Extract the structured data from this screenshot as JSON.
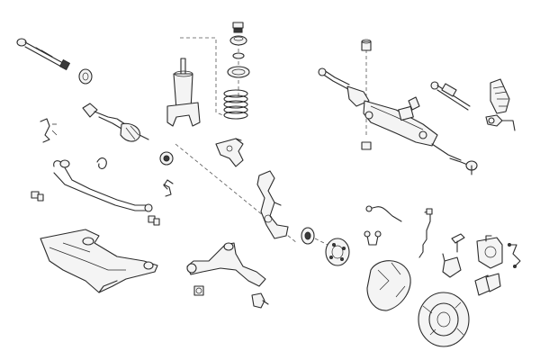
{
  "diagram": {
    "parts": [
      "tie-rod",
      "steering-boot",
      "drive-shaft",
      "mounting-bracket",
      "stabilizer-bar",
      "stabilizer-link",
      "rubber-mount",
      "front-subframe",
      "shock-absorber",
      "strut-top-mount",
      "coil-spring",
      "spring-bracket",
      "steering-knuckle",
      "control-arm",
      "ball-joint",
      "wheel-bearing",
      "wheel-hub",
      "splash-shield",
      "brake-disc",
      "brake-hose",
      "abs-sensor",
      "brake-caliper",
      "brake-pads",
      "steering-rack",
      "tie-rod-end",
      "rack-boot",
      "wear-indicator"
    ],
    "colors": {
      "line": "#2b2b2b",
      "fill": "#f4f4f4",
      "background": "#ffffff"
    }
  }
}
